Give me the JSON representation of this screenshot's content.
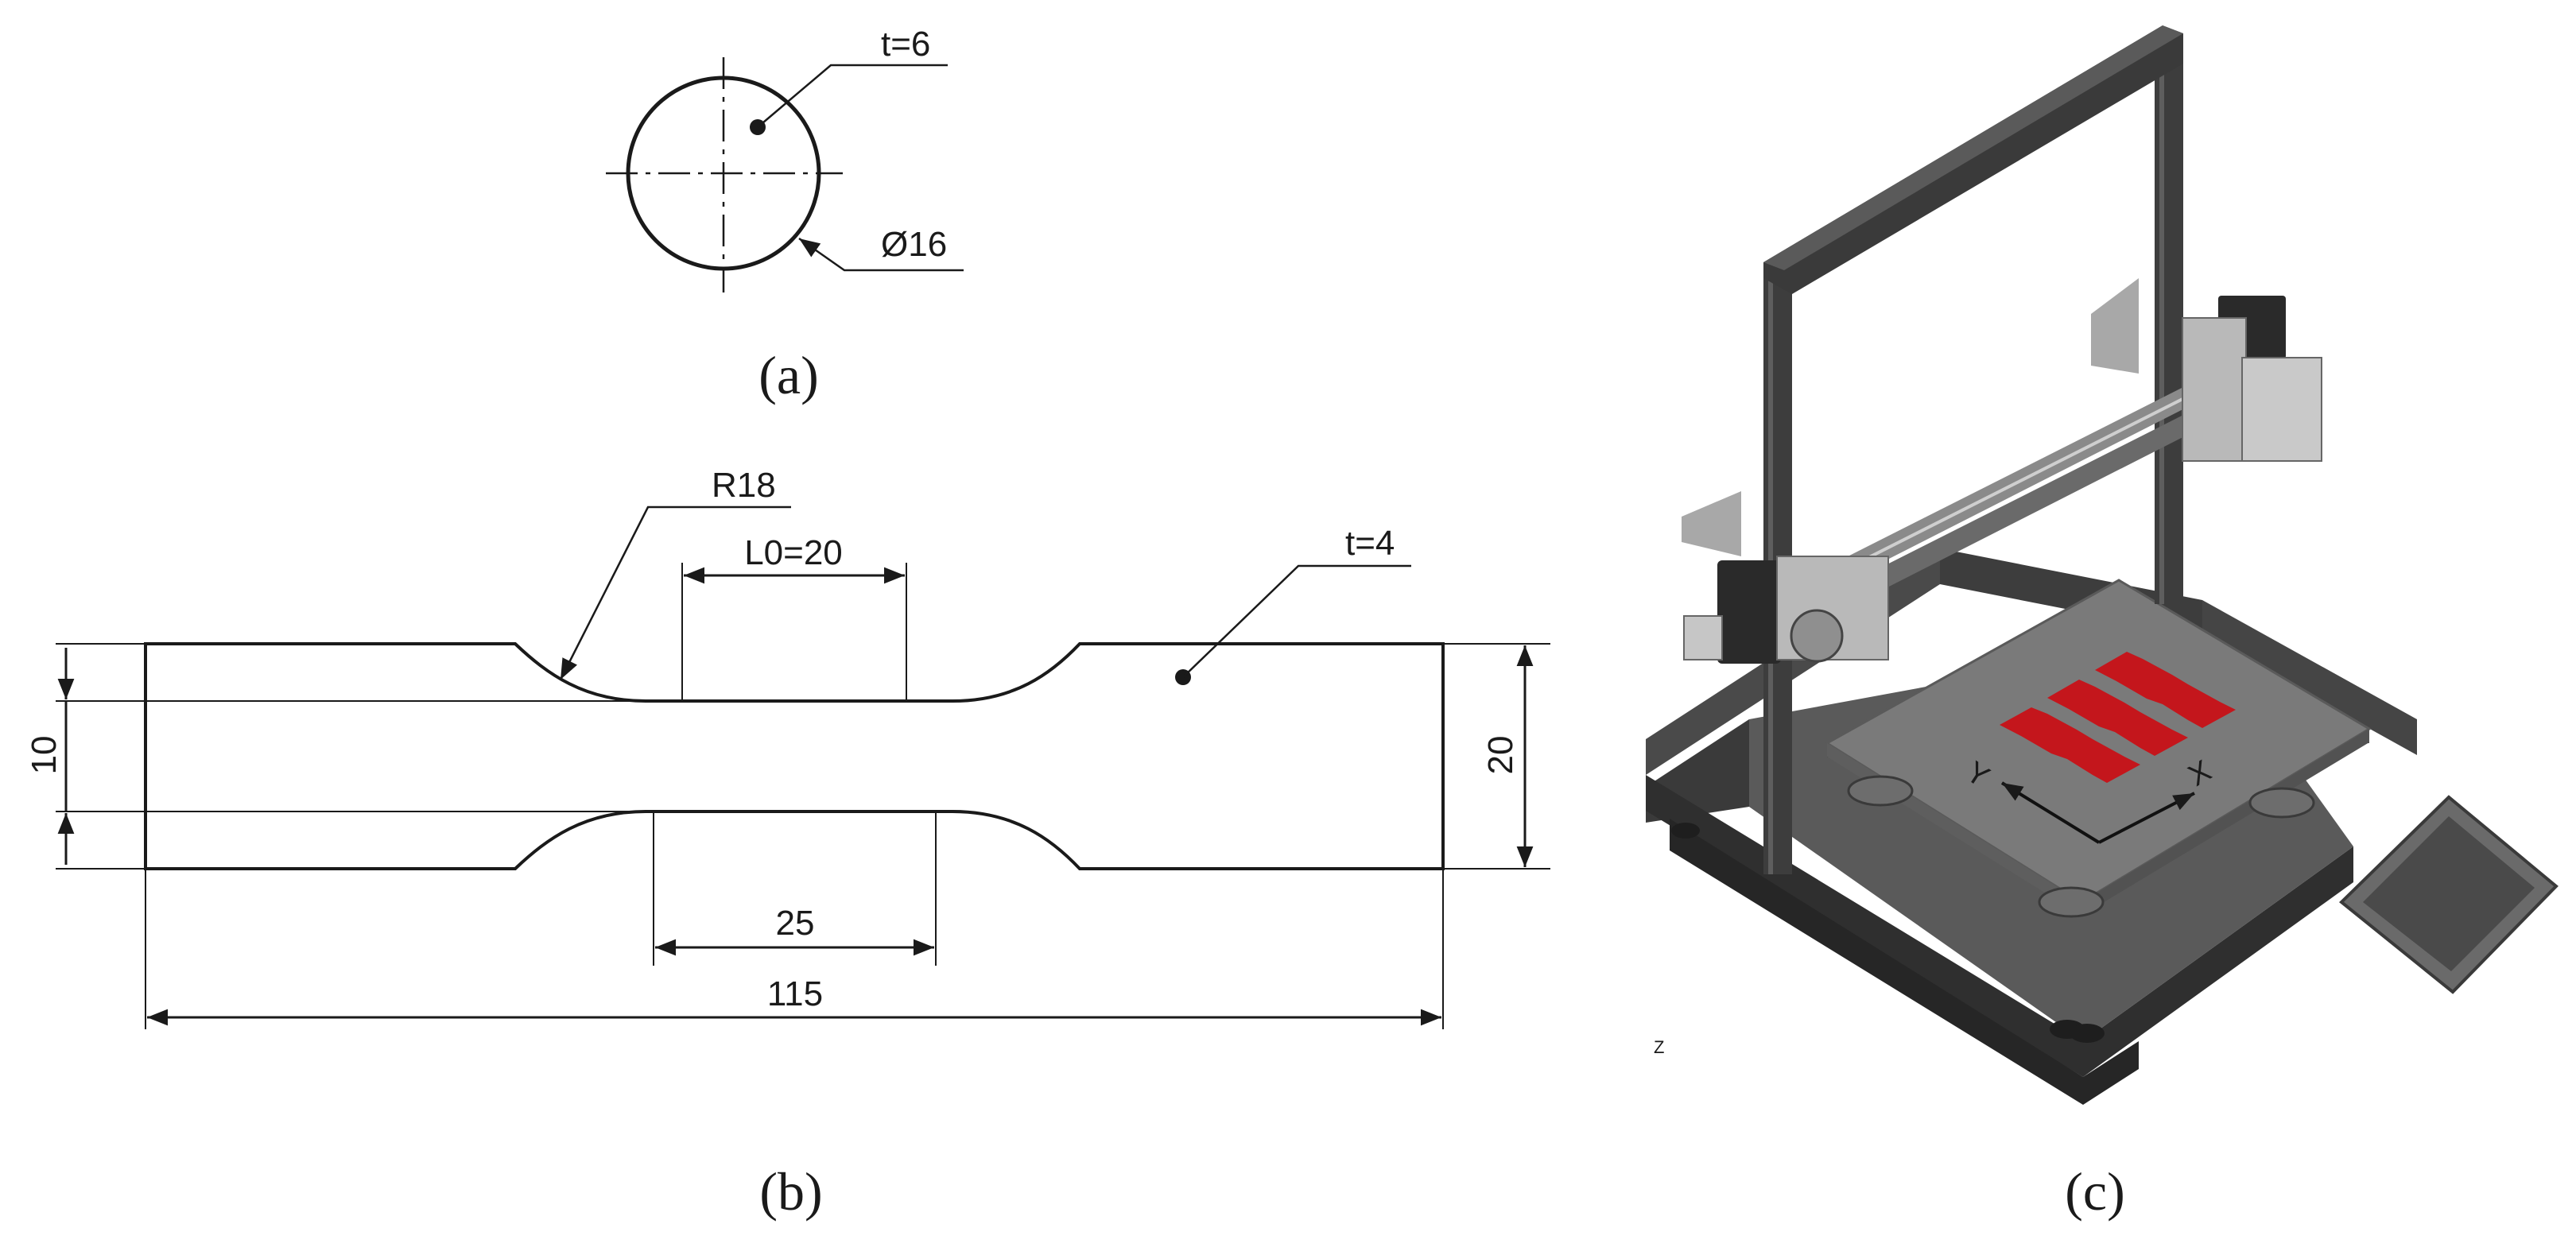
{
  "panels": {
    "a": {
      "label": "(a)",
      "thickness": "t=6",
      "diameter": "Ø16"
    },
    "b": {
      "label": "(b)",
      "radius": "R18",
      "gauge_length": "L0=20",
      "thickness": "t=4",
      "narrow_width": "10",
      "total_width": "20",
      "parallel_length": "25",
      "overall_length": "115"
    },
    "c": {
      "label": "(c)",
      "axis_x": "X",
      "axis_y": "Y",
      "corner_mark": "Z"
    }
  },
  "colors": {
    "line": "#1a1a1a",
    "specimen": "#c4161c",
    "frame": "#3d3d3d",
    "bed": "#6e6e6e",
    "metal": "#b9b9b9"
  }
}
